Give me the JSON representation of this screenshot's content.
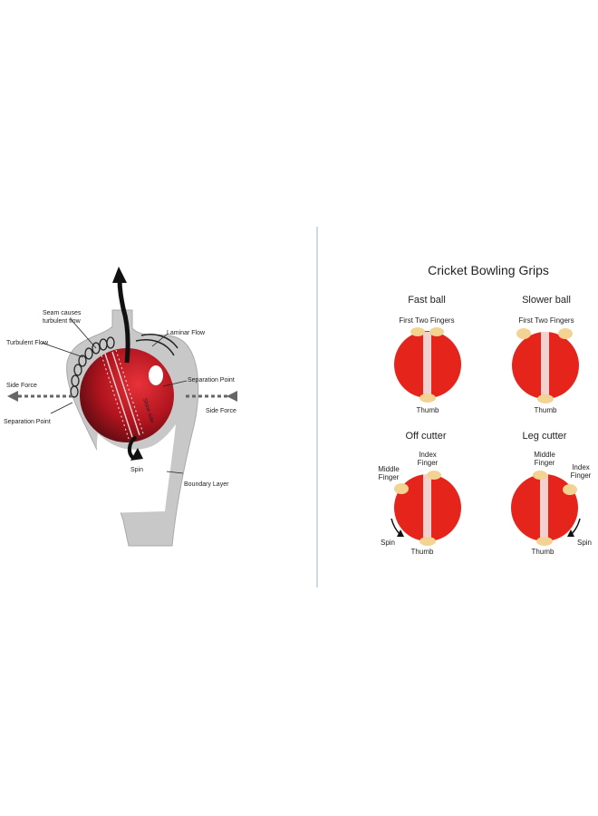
{
  "left_diagram": {
    "labels": {
      "seam_line1": "Seam causes",
      "seam_line2": "turbulent flow",
      "laminar": "Laminar Flow",
      "turbulent": "Turbulent Flow",
      "side_force_left": "Side Force",
      "separation_left": "Separation Point",
      "separation_right": "Separation Point",
      "side_force_right": "Side Force",
      "spin": "Spin",
      "boundary": "Boundary Layer",
      "shine_side": "Shine side"
    }
  },
  "grips": {
    "title": "Cricket Bowling Grips",
    "fast_ball": {
      "title": "Fast ball",
      "fingers": "First Two Fingers",
      "thumb": "Thumb"
    },
    "slower_ball": {
      "title": "Slower ball",
      "fingers": "First Two Fingers",
      "thumb": "Thumb"
    },
    "off_cutter": {
      "title": "Off cutter",
      "index_line1": "Index",
      "index_line2": "Finger",
      "middle_line1": "Middle",
      "middle_line2": "Finger",
      "spin": "Spin",
      "thumb": "Thumb"
    },
    "leg_cutter": {
      "title": "Leg cutter",
      "middle_line1": "Middle",
      "middle_line2": "Finger",
      "index_line1": "Index",
      "index_line2": "Finger",
      "spin": "Spin",
      "thumb": "Thumb"
    }
  },
  "colors": {
    "ball_red": "#e5241b",
    "seam_white": "#f3e6e6",
    "finger_tan": "#f2d392",
    "flow_gray": "#c8c8c8",
    "divider": "#9fb0c8"
  }
}
